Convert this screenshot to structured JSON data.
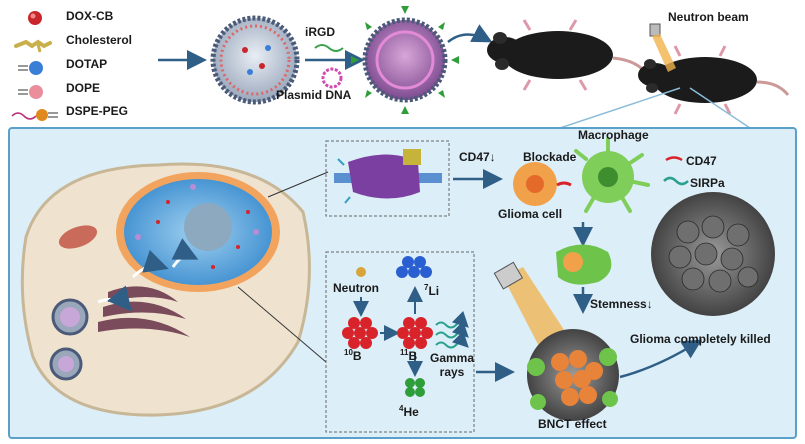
{
  "legend": {
    "items": [
      {
        "label": "DOX-CB",
        "icon": "red-sphere-icon"
      },
      {
        "label": "Cholesterol",
        "icon": "cholesterol-icon"
      },
      {
        "label": "DOTAP",
        "icon": "blue-lipid-icon"
      },
      {
        "label": "DOPE",
        "icon": "pink-lipid-icon"
      },
      {
        "label": "DSPE-PEG",
        "icon": "orange-peg-icon"
      }
    ]
  },
  "top": {
    "irgd": "iRGD",
    "plasmid": "Plasmid DNA",
    "neutron_beam": "Neutron beam"
  },
  "panel": {
    "cd47_arrow": "CD47↓",
    "blockade": "Blockade",
    "macrophage": "Macrophage",
    "glioma_cell": "Glioma cell",
    "cd47_legend": "CD47",
    "sirpa_legend": "SIRPa",
    "neutron": "Neutron",
    "li7_sup": "7",
    "li7": "Li",
    "b10_sup": "10",
    "b10": "B",
    "b11_sup": "11",
    "b11": "B",
    "he4_sup": "4",
    "he4": "He",
    "gamma_rays": "Gamma\nrays",
    "stemness": "Stemness↓",
    "glioma_killed": "Glioma completely killed",
    "bnct": "BNCT effect"
  },
  "colors": {
    "panel_bg": "#dceef8",
    "panel_border": "#5aa0c8",
    "arrow": "#2f5f86",
    "boron": "#d8232a",
    "lithium": "#2a5fd1",
    "helium": "#2f9d3a",
    "neutron": "#d9a53a"
  }
}
